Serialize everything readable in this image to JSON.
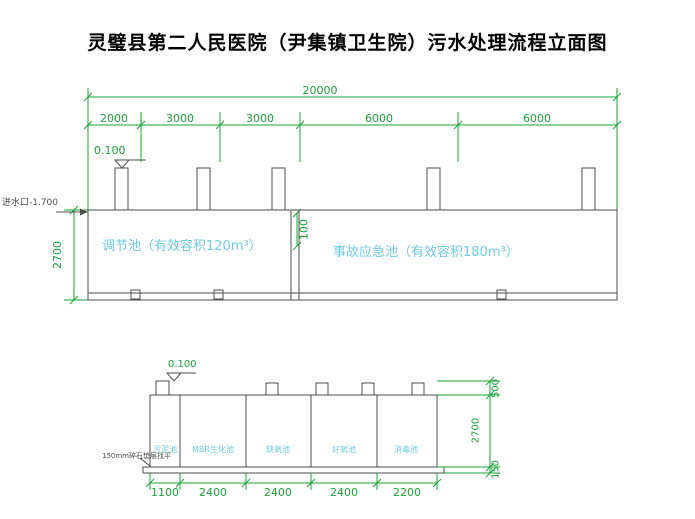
{
  "colors": {
    "dimension": "#1aa338",
    "label": "#6fcde4",
    "line": "#4d4d4d",
    "background": "#ffffff"
  },
  "title": "灵璧县第二人民医院（尹集镇卫生院）污水处理流程立面图",
  "upper_view": {
    "total_dimension": "20000",
    "segment_dimensions": [
      "2000",
      "3000",
      "3000",
      "6000",
      "6000"
    ],
    "elevation_mark": "0.100",
    "inlet_label": "进水口-1.700",
    "depth_dimension": "2700",
    "gap_dimension": "100",
    "tank_labels": [
      "调节池（有效容积120m³）",
      "事故应急池（有效容积180m³）"
    ]
  },
  "lower_view": {
    "elevation_mark": "0.100",
    "compartment_labels": [
      "污泥池",
      "MBR生化池",
      "缺氧池",
      "好氧池",
      "消毒池"
    ],
    "bottom_dimensions": [
      "1100",
      "2400",
      "2400",
      "2400",
      "2200"
    ],
    "parapet_dimension": "500",
    "depth_dimension": "2700",
    "slab_dimension": "150",
    "base_note": "150mm碎石垫层找平"
  }
}
